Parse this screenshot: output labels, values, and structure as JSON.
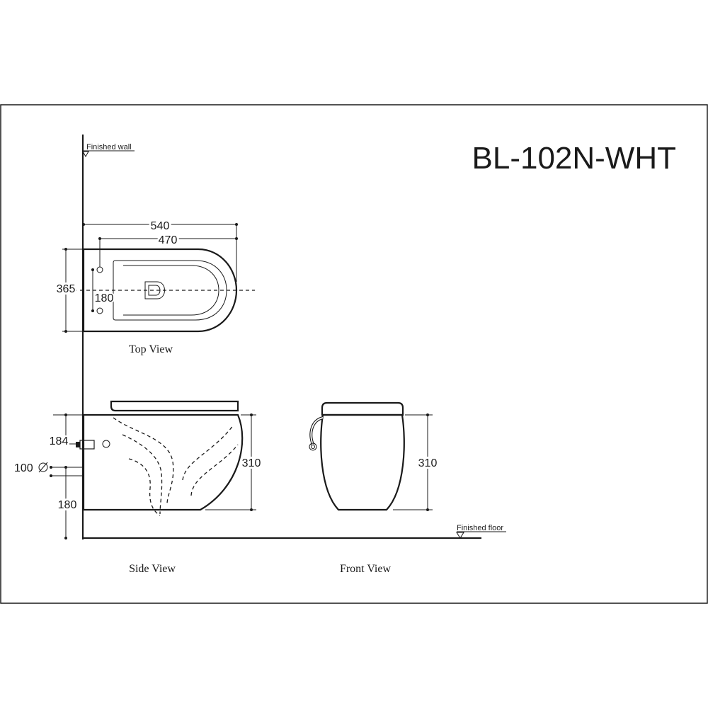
{
  "model_number": "BL-102N-WHT",
  "labels": {
    "finished_wall": "Finished wall",
    "finished_floor": "Finished floor",
    "top_view": "Top View",
    "side_view": "Side View",
    "front_view": "Front View"
  },
  "dimensions": {
    "top_length_overall": "540",
    "top_length_inner": "470",
    "top_width": "365",
    "top_bolt_spacing": "180",
    "side_inlet_height": "184",
    "side_outlet_diameter": "100",
    "side_outlet_height": "180",
    "side_height": "310",
    "front_height": "310"
  },
  "colors": {
    "line": "#1a1a1a",
    "background": "#ffffff"
  }
}
